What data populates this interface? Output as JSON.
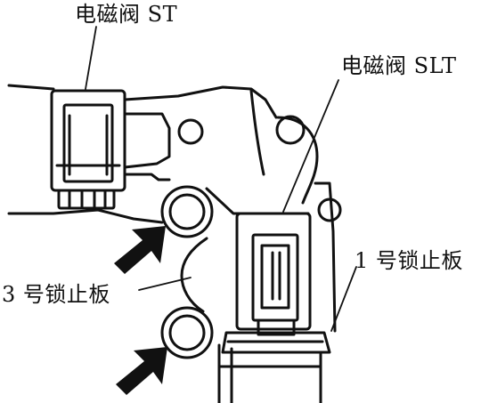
{
  "labels": {
    "solenoid_st": "电磁阀 ST",
    "solenoid_slt": "电磁阀 SLT",
    "lock_plate_1": "1 号锁止板",
    "lock_plate_3": "3 号锁止板"
  },
  "colors": {
    "line": "#111111",
    "background": "#ffffff"
  }
}
